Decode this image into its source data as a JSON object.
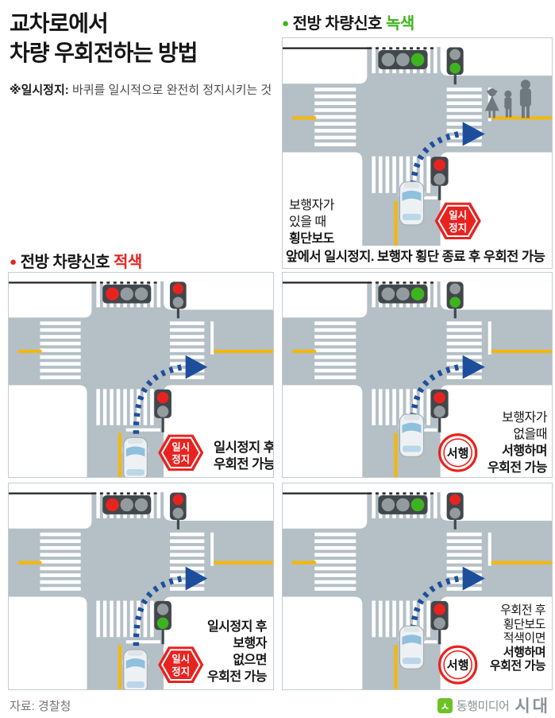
{
  "page": {
    "title_line1": "교차로에서",
    "title_line2": "차량 우회전하는 방법",
    "note": {
      "label": "※일시정지:",
      "text": "바퀴를 일시적으로 완전히 정지시키는 것"
    },
    "source": "자료: 경찰청",
    "logo": {
      "icon_glyph": "ㅅ",
      "brand": "동행미디어",
      "brand2": "시대"
    }
  },
  "sections": {
    "green": {
      "bullet": "●",
      "label": "전방 차량신호",
      "highlight": "녹색"
    },
    "red": {
      "bullet": "●",
      "label": "전방 차량신호",
      "highlight": "적색"
    }
  },
  "colors": {
    "road": "#b4bfc6",
    "arrow_blue": "#1c4e9c",
    "yellow_line": "#f6b700",
    "signal_red": "#e8231f",
    "signal_green": "#3db41f",
    "signal_off": "#939b9f",
    "accent_green": "#3bb51d",
    "accent_red": "#e8231f",
    "logo_green": "#6cc228"
  },
  "signs": {
    "stop": {
      "line1": "일시",
      "line2": "정지"
    },
    "slow": {
      "label": "서행"
    }
  },
  "panels": [
    {
      "name": "green-signal-pedestrians-crossing",
      "lights": {
        "main": [
          "#939b9f",
          "#939b9f",
          "#3db41f"
        ],
        "cross": [
          "#939b9f",
          "#3db41f"
        ],
        "near": [
          "#e8231f",
          "#939b9f"
        ]
      },
      "sign": "stop",
      "caption": [
        "보행자가",
        "있을 때",
        "횡단보도"
      ],
      "caption_bottom": "앞에서 일시정지. 보행자 횡단 종료 후 우회전 가능"
    },
    {
      "name": "red-signal-stop-then-turn",
      "lights": {
        "main": [
          "#e8231f",
          "#939b9f",
          "#939b9f"
        ],
        "cross": [
          "#e8231f",
          "#939b9f"
        ],
        "near": [
          "#e8231f",
          "#939b9f"
        ]
      },
      "sign": "stop",
      "caption": [
        "일시정지 후",
        "우회전 가능"
      ]
    },
    {
      "name": "green-signal-no-pedestrians-slow",
      "lights": {
        "main": [
          "#939b9f",
          "#939b9f",
          "#3db41f"
        ],
        "cross": [
          "#939b9f",
          "#3db41f"
        ],
        "near": [
          "#e8231f",
          "#939b9f"
        ]
      },
      "sign": "slow",
      "caption": [
        "보행자가",
        "없을때",
        "서행하며",
        "우회전 가능"
      ]
    },
    {
      "name": "red-signal-pedestrian-light-green",
      "lights": {
        "main": [
          "#e8231f",
          "#939b9f",
          "#939b9f"
        ],
        "cross": [
          "#e8231f",
          "#939b9f"
        ],
        "near": [
          "#939b9f",
          "#3db41f"
        ]
      },
      "sign": "stop",
      "caption": [
        "일시정지 후",
        "보행자",
        "없으면",
        "우회전 가능"
      ]
    },
    {
      "name": "green-signal-after-turn-crosswalk-red",
      "lights": {
        "main": [
          "#939b9f",
          "#939b9f",
          "#3db41f"
        ],
        "cross": [
          "#e8231f",
          "#939b9f"
        ],
        "near": [
          "#e8231f",
          "#939b9f"
        ]
      },
      "sign": "slow",
      "caption": [
        "우회전 후",
        "횡단보도",
        "적색이면",
        "서행하며",
        "우회전 가능"
      ]
    }
  ]
}
